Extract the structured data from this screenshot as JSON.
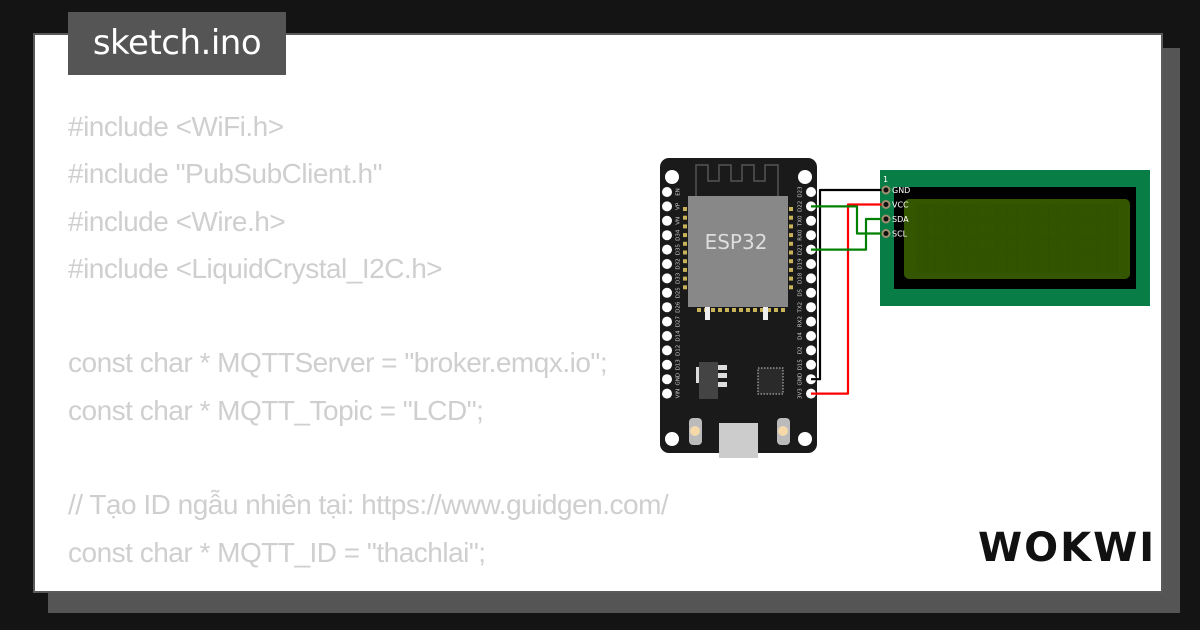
{
  "file_tab": {
    "title": "sketch.ino"
  },
  "code_lines": [
    "#include <WiFi.h>",
    "#include \"PubSubClient.h\"",
    "#include <Wire.h>",
    "#include <LiquidCrystal_I2C.h>",
    "",
    "const char * MQTTServer = \"broker.emqx.io\";",
    "const char * MQTT_Topic = \"LCD\";",
    "",
    "// Tạo ID ngẫu nhiên tại: https://www.guidgen.com/",
    "const char * MQTT_ID = \"thachlai\";"
  ],
  "esp32": {
    "label": "ESP32",
    "left_pins": [
      "EN",
      "VP",
      "VN",
      "D34",
      "D35",
      "D32",
      "D33",
      "D25",
      "D26",
      "D27",
      "D14",
      "D12",
      "D13",
      "GND",
      "VIN"
    ],
    "right_pins": [
      "D23",
      "D22",
      "TX0",
      "RX0",
      "D21",
      "D19",
      "D18",
      "D5",
      "TX2",
      "RX2",
      "D4",
      "D2",
      "D15",
      "GND",
      "3V3"
    ]
  },
  "lcd": {
    "pin_one_label": "1",
    "pins": [
      "GND",
      "VCC",
      "SDA",
      "SCL"
    ],
    "columns": 20,
    "rows": 4,
    "colors": {
      "board": "#087d45",
      "bezel": "#000000",
      "screen": "#355600"
    }
  },
  "wire_colors": {
    "GND": "#000000",
    "VCC": "#ff0000",
    "SDA": "#008000",
    "SCL": "#008000"
  },
  "brand": {
    "logo": "WOKWI"
  }
}
